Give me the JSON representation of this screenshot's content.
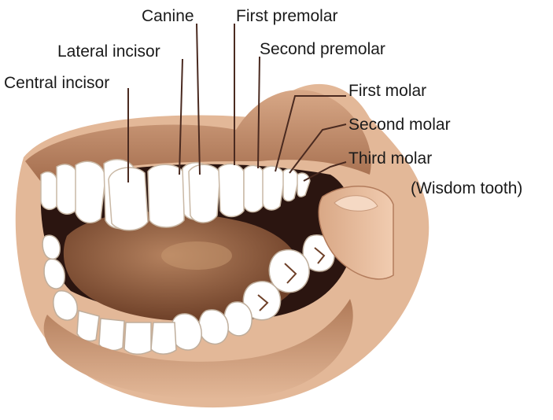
{
  "labels": {
    "canine": "Canine",
    "first_premolar": "First premolar",
    "lateral_incisor": "Lateral incisor",
    "second_premolar": "Second premolar",
    "central_incisor": "Central incisor",
    "first_molar": "First molar",
    "second_molar": "Second molar",
    "third_molar": "Third molar",
    "wisdom_tooth": "(Wisdom tooth)"
  },
  "colors": {
    "lip": "#c88f6c",
    "lip_shadow": "#8e5a3e",
    "skin": "#e8bd9c",
    "mouth_dark": "#2b1510",
    "tongue": "#8a5738",
    "tongue_light": "#b07a58",
    "tooth": "#ffffff",
    "tooth_shadow": "#d9cbbb",
    "leader_line": "#4a2a20"
  }
}
